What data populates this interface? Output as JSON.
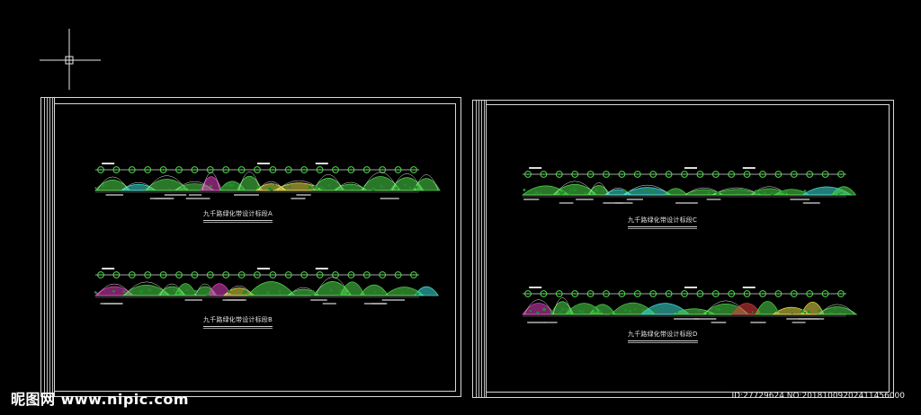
{
  "sheets": [
    {
      "name": "sheet-left",
      "sections": [
        {
          "caption": "九千路绿化带设计标段A"
        },
        {
          "caption": "九千路绿化带设计标段B"
        }
      ]
    },
    {
      "name": "sheet-right",
      "sections": [
        {
          "caption": "九千路绿化带设计标段C"
        },
        {
          "caption": "九千路绿化带设计标段D"
        }
      ]
    }
  ],
  "watermark": {
    "site": "昵图网 www.nipic.com",
    "id": "ID:27729624 NO:20181009202411456000"
  },
  "colors": {
    "background": "#000000",
    "frame": "#d8d8d8",
    "plant_green": "#4fd84a",
    "plant_dark_green": "#1f8f2a",
    "accent_magenta": "#e040c0",
    "accent_yellow": "#e8e04a",
    "accent_cyan": "#40e0d8",
    "accent_red": "#e04040"
  }
}
